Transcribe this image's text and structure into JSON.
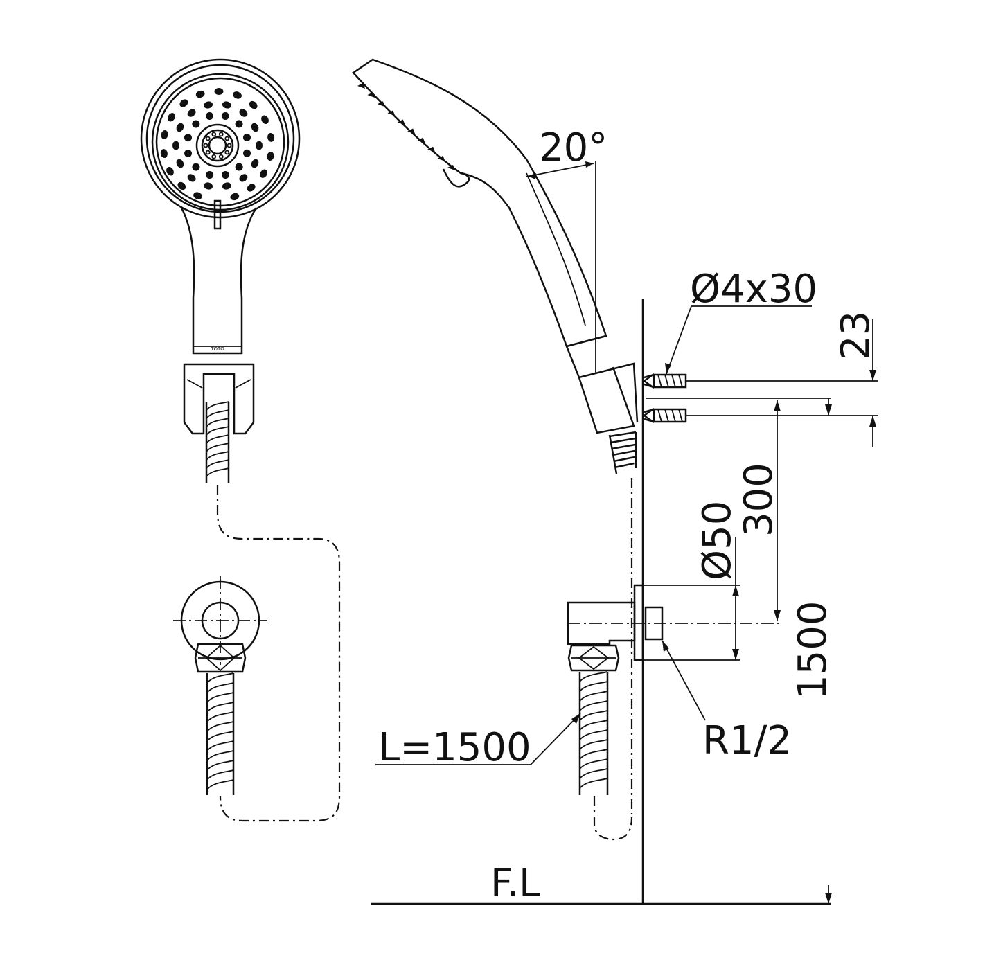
{
  "labels": {
    "angle": "20°",
    "screw": "Ø4x30",
    "screw_spacing": "23",
    "bracket_height": "300",
    "flange_diameter": "Ø50",
    "outlet_height": "1500",
    "thread": "R1/2",
    "hose_length": "L=1500",
    "floor_level": "F.L"
  },
  "brand_mark": "TOTO",
  "colors": {
    "line": "#111111",
    "background": "#ffffff"
  }
}
